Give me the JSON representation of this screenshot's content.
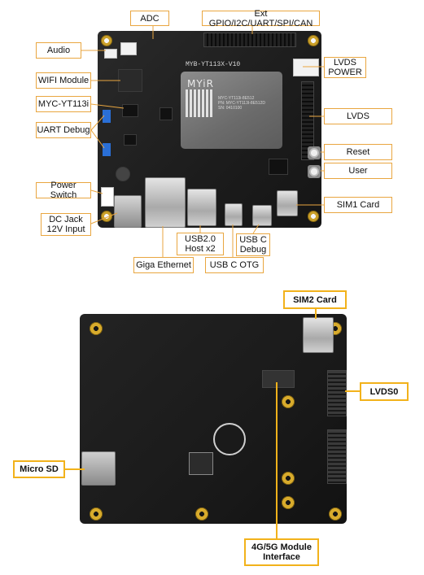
{
  "top_labels": [
    {
      "id": "adc",
      "text": "ADC"
    },
    {
      "id": "ext-gpio",
      "text": "Ext GPIO/I2C/UART/SPI/CAN"
    },
    {
      "id": "audio",
      "text": "Audio"
    },
    {
      "id": "lvds-power",
      "text": "LVDS\nPOWER"
    },
    {
      "id": "wifi",
      "text": "WIFI Module"
    },
    {
      "id": "myc",
      "text": "MYC-YT113i"
    },
    {
      "id": "lvds",
      "text": "LVDS"
    },
    {
      "id": "uart",
      "text": "UART Debug"
    },
    {
      "id": "reset",
      "text": "Reset"
    },
    {
      "id": "user",
      "text": "User"
    },
    {
      "id": "power-switch",
      "text": "Power Switch"
    },
    {
      "id": "sim1",
      "text": "SIM1 Card"
    },
    {
      "id": "dc-jack",
      "text": "DC Jack\n12V Input"
    },
    {
      "id": "usb20",
      "text": "USB2.0\nHost x2"
    },
    {
      "id": "usbc-debug",
      "text": "USB C\nDebug"
    },
    {
      "id": "giga",
      "text": "Giga Ethernet"
    },
    {
      "id": "usbc-otg",
      "text": "USB C OTG"
    }
  ],
  "bottom_labels": [
    {
      "id": "sim2",
      "text": "SIM2 Card"
    },
    {
      "id": "lvds0",
      "text": "LVDS0"
    },
    {
      "id": "microsd",
      "text": "Micro SD"
    },
    {
      "id": "module",
      "text": "4G/5G Module\nInterface"
    }
  ],
  "silkscreen": {
    "board_name": "MYB-YT113X-V10",
    "som_brand": "MYiR",
    "som_text": "MYC-YT113i-8E512\nPN: MYC-YT113I-8E512D\nSN: 0410100"
  },
  "colors": {
    "accent": "#f2b21b",
    "top_border": "#e9a640",
    "board": "#1c1c1c",
    "gold": "#d8ab2c"
  }
}
